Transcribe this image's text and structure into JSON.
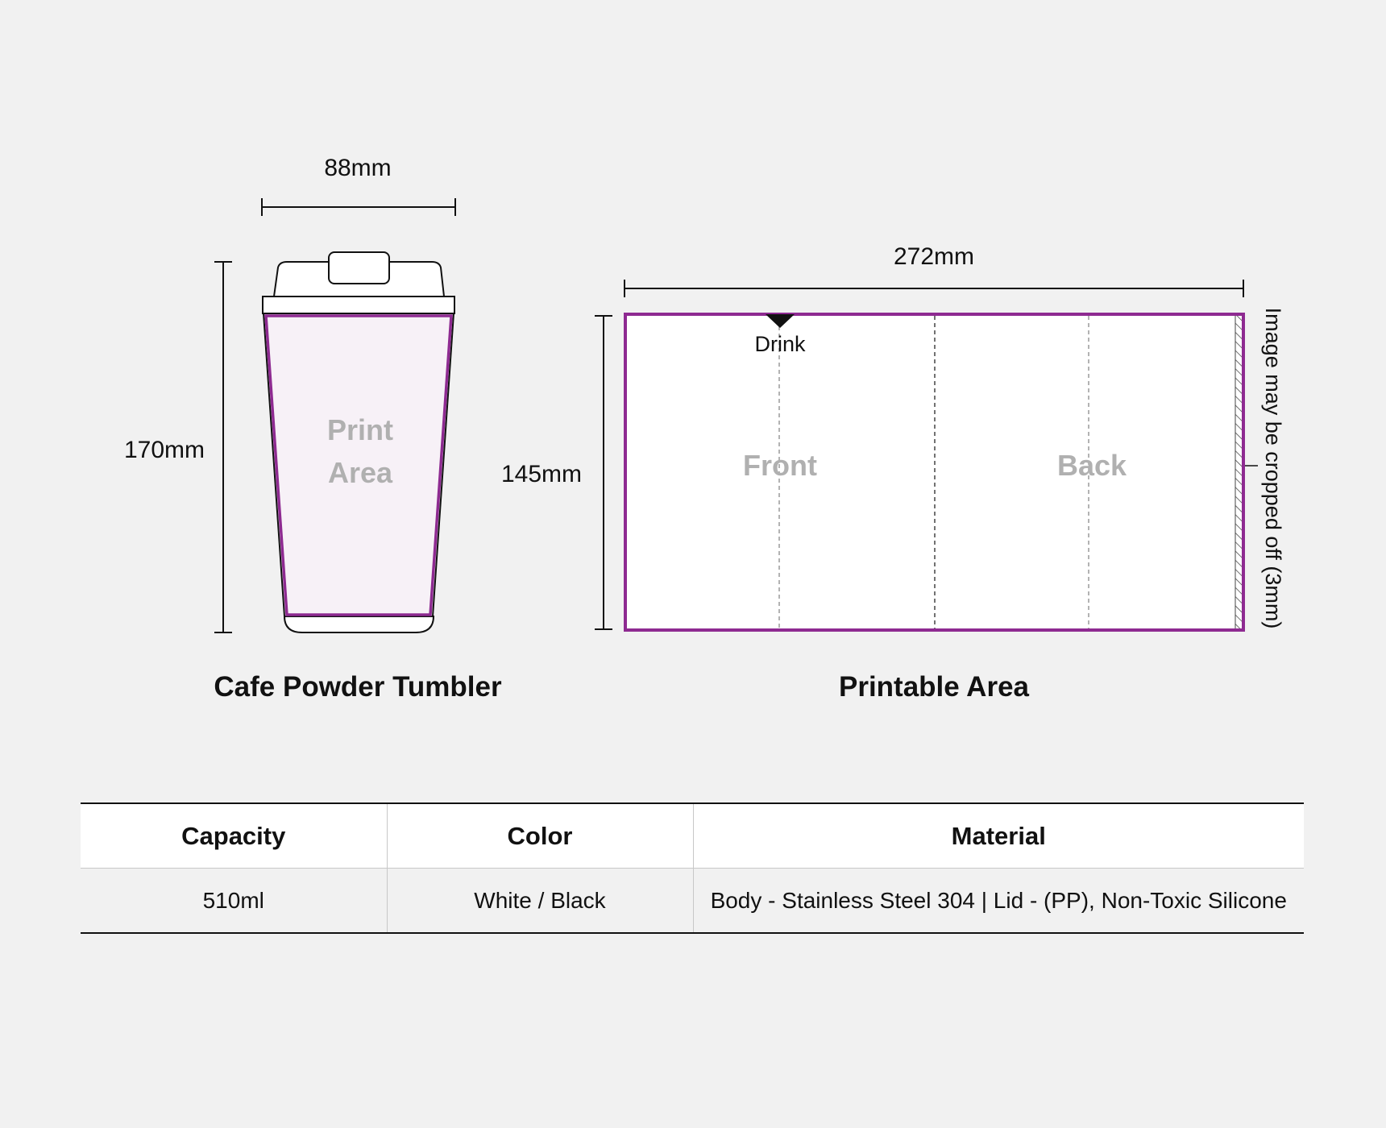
{
  "tumbler": {
    "width_label": "88mm",
    "height_label": "170mm",
    "print_area_line1": "Print",
    "print_area_line2": "Area",
    "title": "Cafe Powder Tumbler"
  },
  "printable": {
    "width_label": "272mm",
    "height_label": "145mm",
    "marker_label": "Drink",
    "front_label": "Front",
    "back_label": "Back",
    "crop_note": "Image may be cropped off (3mm)",
    "title": "Printable Area"
  },
  "specs": {
    "headers": {
      "capacity": "Capacity",
      "color": "Color",
      "material": "Material"
    },
    "values": {
      "capacity": "510ml",
      "color": "White / Black",
      "material": "Body - Stainless Steel 304 | Lid - (PP), Non-Toxic Silicone"
    }
  },
  "colors": {
    "print_outline": "#8e2a91",
    "print_fill": "#f7f1f7",
    "background": "#f1f1f1"
  }
}
